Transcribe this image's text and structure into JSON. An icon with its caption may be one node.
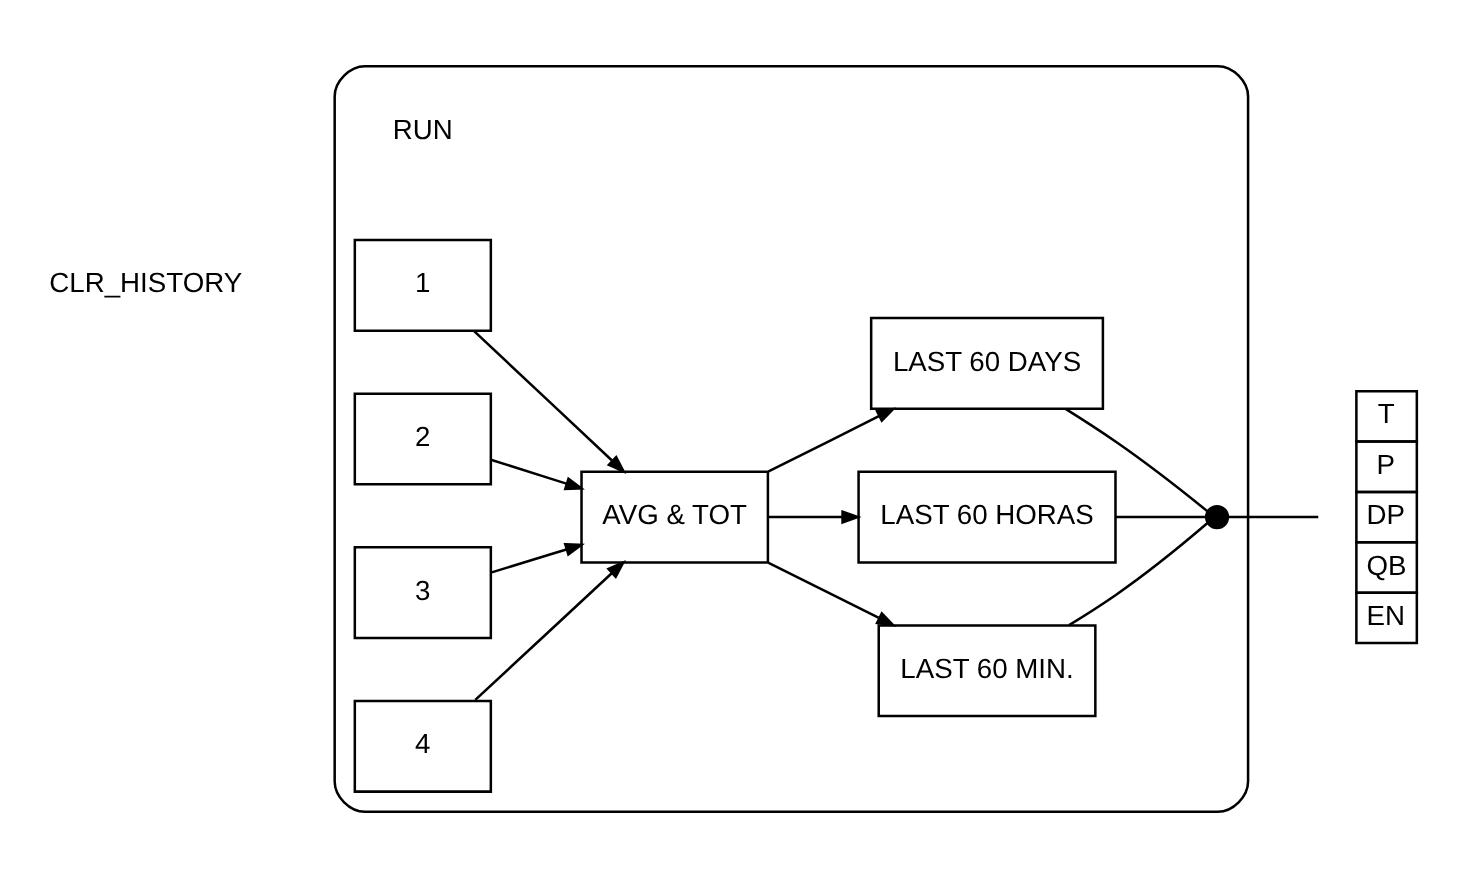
{
  "diagram": {
    "nodes": [
      {
        "text": [],
        "shape": "box"
      },
      {
        "text": [
          "1"
        ],
        "in": 0
      },
      {
        "text": [
          "2"
        ],
        "in": 0
      },
      {
        "text": [
          "3"
        ],
        "in": 0
      },
      {
        "text": [
          "4"
        ],
        "in": 0
      },
      {
        "text": [
          "AVG & TOT"
        ],
        "in": 0
      },
      {
        "text": [
          "LAST 60 MIN."
        ],
        "in": 0
      },
      {
        "text": [
          "LAST 60 HORAS"
        ],
        "in": 0
      },
      {
        "text": [
          "LAST 60 DAYS"
        ],
        "in": 0
      },
      {
        "text": [],
        "shape": "switch",
        "in": 0
      },
      {
        "text": [
          "T",
          "P",
          "DP",
          "QB",
          "EN"
        ]
      }
    ],
    "edges": [
      {
        "from": 1,
        "to": 5,
        "arrow": "to"
      },
      {
        "from": 2,
        "to": 5,
        "arrow": "to"
      },
      {
        "from": 3,
        "to": 5,
        "arrow": "to"
      },
      {
        "from": 4,
        "to": 5,
        "arrow": "to"
      },
      {
        "from": 5,
        "to": 6,
        "arrow": "to"
      },
      {
        "from": 5,
        "to": 7,
        "arrow": "to"
      },
      {
        "from": 5,
        "to": 8,
        "arrow": "to"
      },
      {
        "from": 6,
        "to": 9,
        "arrow": "none"
      },
      {
        "from": 7,
        "to": 9,
        "arrow": "none"
      },
      {
        "from": 8,
        "to": 9,
        "arrow": "none"
      },
      {
        "from": 9,
        "to": 10,
        "arrow": "none"
      }
    ],
    "labels": [
      "RUN",
      "CLR_HISTORY"
    ]
  }
}
